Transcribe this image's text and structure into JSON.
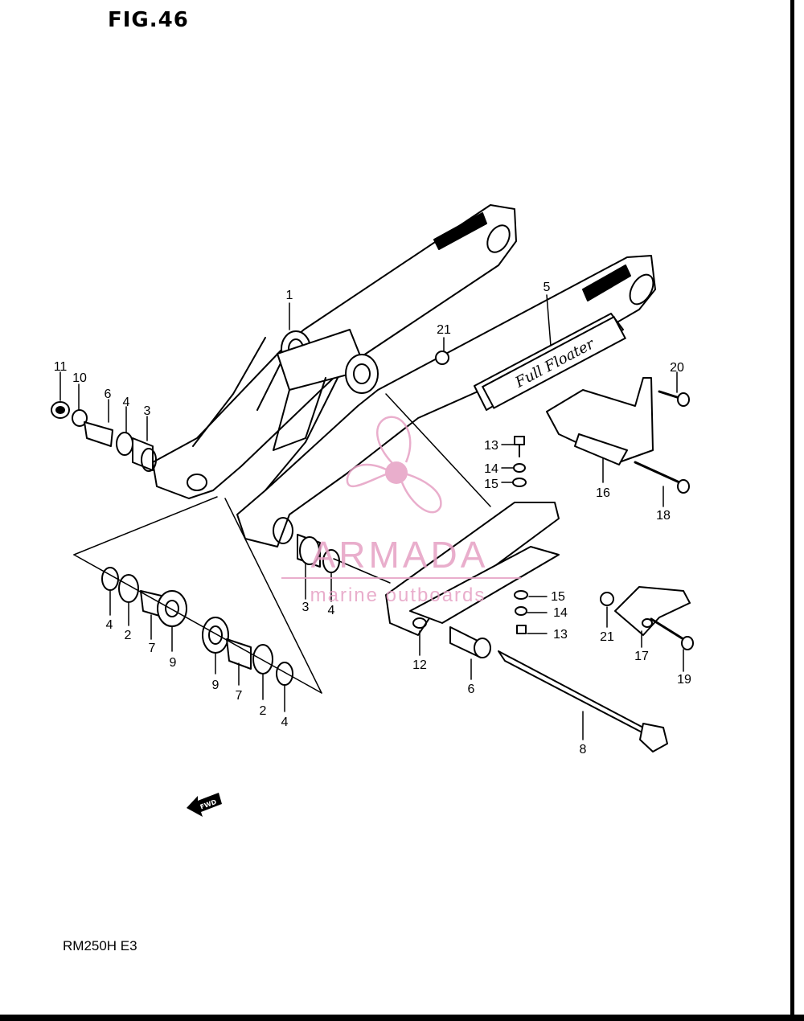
{
  "figure": {
    "title": "FIG.46",
    "model": "RM250H E3",
    "fwd_label": "FWD"
  },
  "decal_text": "Full Floater",
  "watermark": {
    "brand": "ARMADA",
    "tagline": "marine outboards",
    "color": "#e6a0c4"
  },
  "callouts": [
    "1",
    "2",
    "2",
    "3",
    "3",
    "4",
    "4",
    "4",
    "4",
    "5",
    "6",
    "6",
    "7",
    "7",
    "8",
    "9",
    "9",
    "10",
    "11",
    "12",
    "13",
    "13",
    "14",
    "14",
    "15",
    "15",
    "16",
    "17",
    "18",
    "19",
    "20",
    "21",
    "21"
  ]
}
